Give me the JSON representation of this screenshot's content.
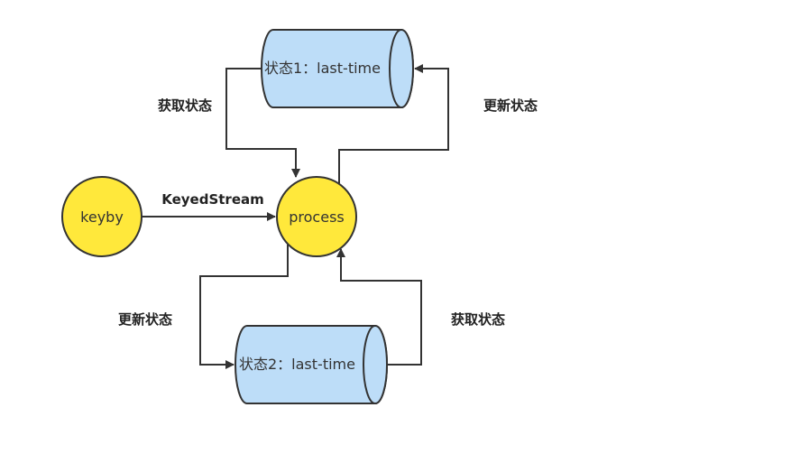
{
  "nodes": {
    "keyby": {
      "label": "keyby"
    },
    "process": {
      "label": "process"
    },
    "state1": {
      "label": "状态1：last-time"
    },
    "state2": {
      "label": "状态2：last-time"
    }
  },
  "edges": {
    "keyby_to_process": {
      "label": "KeyedStream"
    },
    "state1_to_process": {
      "label": "获取状态"
    },
    "process_to_state1": {
      "label": "更新状态"
    },
    "process_to_state2": {
      "label": "更新状态"
    },
    "state2_to_process": {
      "label": "获取状态"
    }
  },
  "colors": {
    "circle_fill": "#FFE83B",
    "cylinder_fill": "#BDDDF8",
    "stroke": "#333333"
  }
}
